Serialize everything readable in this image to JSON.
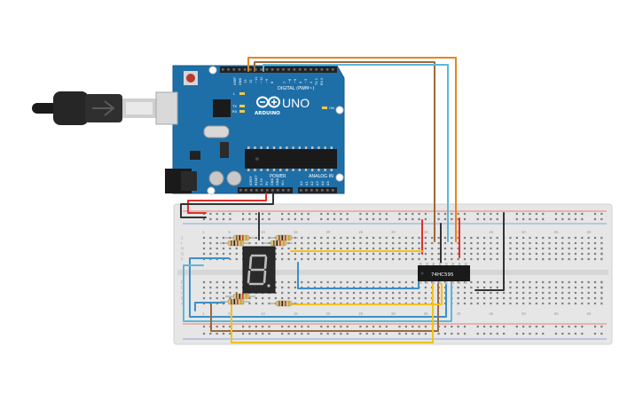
{
  "arduino": {
    "brand": "ARDUINO",
    "model": "UNO",
    "digital_header": "DIGITAL (PWM~)",
    "power_header": "POWER",
    "analog_header": "ANALOG IN",
    "led_on": "ON",
    "led_l": "L",
    "led_tx": "TX",
    "led_rx": "RX",
    "board_color": "#1e6fa8"
  },
  "chip": {
    "label": "74HC595"
  },
  "breadboard": {
    "column_numbers": [
      "1",
      "5",
      "10",
      "15",
      "20",
      "25",
      "30",
      "35",
      "40",
      "45",
      "50",
      "55",
      "60"
    ],
    "row_letters_top": [
      "J",
      "I",
      "H",
      "G",
      "F"
    ],
    "row_letters_bottom": [
      "E",
      "D",
      "C",
      "B",
      "A"
    ]
  },
  "seven_segment": {
    "digit": "8"
  },
  "wire_colors": {
    "red": "#e0302a",
    "black": "#333333",
    "brown": "#9b6a3c",
    "orange": "#e8841c",
    "cyan": "#5bb8d9",
    "blue": "#3c8fc8",
    "yellow": "#f2c21c"
  }
}
